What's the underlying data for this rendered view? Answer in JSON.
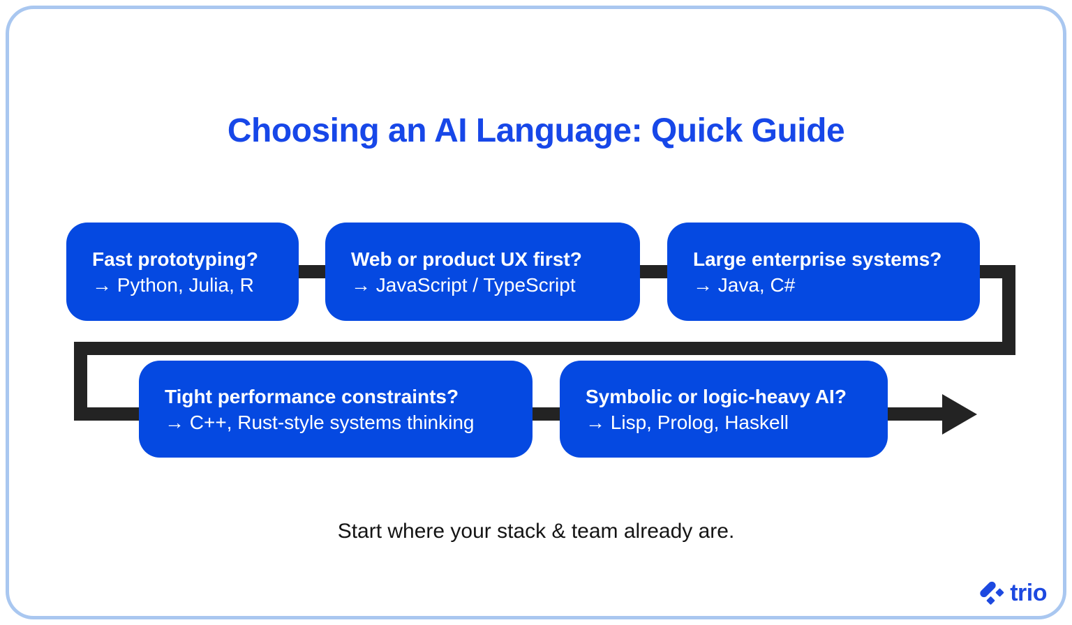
{
  "title": "Choosing an AI Language: Quick Guide",
  "flow": {
    "boxes": [
      {
        "question": "Fast prototyping?",
        "answer": "→ Python, Julia, R"
      },
      {
        "question": "Web or product UX first?",
        "answer": "→ JavaScript / TypeScript"
      },
      {
        "question": "Large enterprise systems?",
        "answer": "→ Java, C#"
      },
      {
        "question": "Tight performance constraints?",
        "answer": "→ C++, Rust-style systems thinking"
      },
      {
        "question": "Symbolic or logic-heavy AI?",
        "answer": "→ Lisp, Prolog, Haskell"
      }
    ]
  },
  "footer": {
    "tagline": "Start where your stack & team already are.",
    "brand": "trio"
  },
  "icons": {
    "flow_arrow": "right-arrowhead",
    "brand_mark": "trio-diamond-mark"
  },
  "colors": {
    "boxBlue": "#0549e1",
    "titleBlue": "#1747e8",
    "connectorDark": "#232323",
    "cardBorder": "#a9c7f0",
    "taglineText": "#141414",
    "boxText": "#ffffff",
    "brandBlue": "#1d49e0",
    "pageBg": "#ffffff"
  }
}
